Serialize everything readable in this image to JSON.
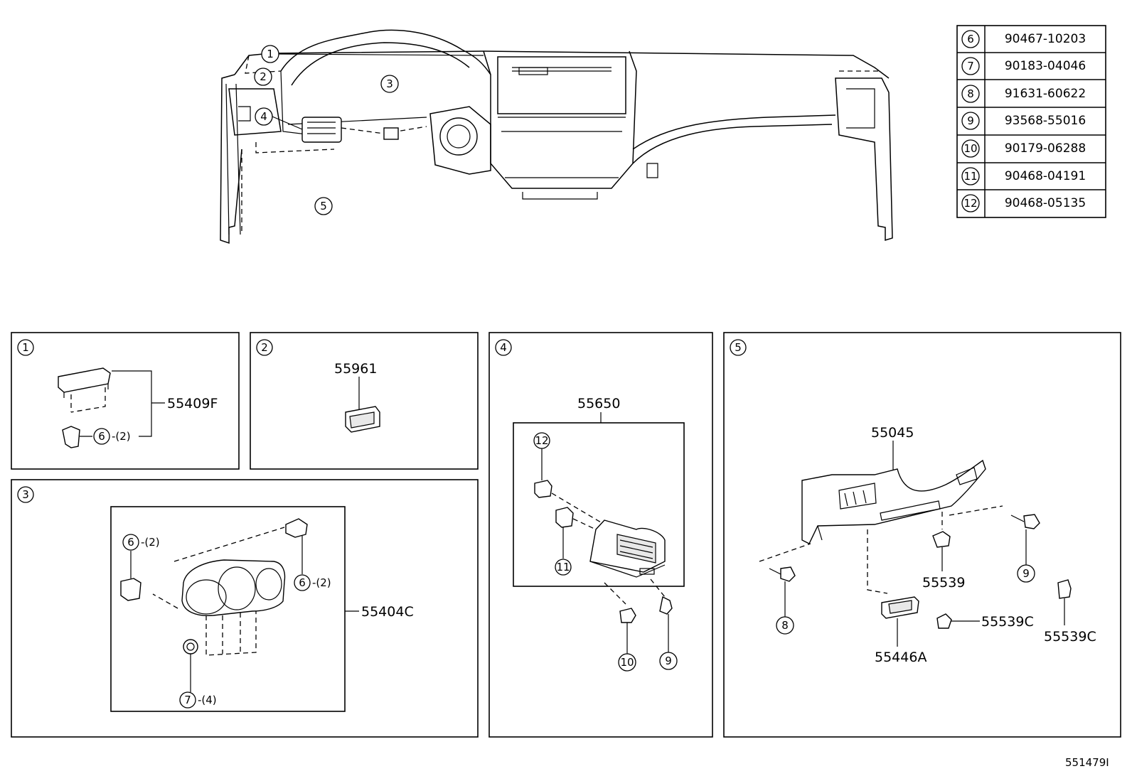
{
  "fastener_table": [
    {
      "ref": "6",
      "part_no": "90467-10203"
    },
    {
      "ref": "7",
      "part_no": "90183-04046"
    },
    {
      "ref": "8",
      "part_no": "91631-60622"
    },
    {
      "ref": "9",
      "part_no": "93568-55016"
    },
    {
      "ref": "10",
      "part_no": "90179-06288"
    },
    {
      "ref": "11",
      "part_no": "90468-04191"
    },
    {
      "ref": "12",
      "part_no": "90468-05135"
    }
  ],
  "overview": {
    "callouts": [
      "1",
      "2",
      "3",
      "4",
      "5"
    ]
  },
  "panels": {
    "p1": {
      "ref": "1",
      "part": "55409F",
      "clip_ref": "6",
      "clip_qty": "-(2)"
    },
    "p2": {
      "ref": "2",
      "part": "55961"
    },
    "p3": {
      "ref": "3",
      "part": "55404C",
      "clip_ref_a": "6",
      "clip_qty_a": "-(2)",
      "clip_ref_b": "6",
      "clip_qty_b": "-(2)",
      "screw_ref": "7",
      "screw_qty": "-(4)"
    },
    "p4": {
      "ref": "4",
      "part": "55650",
      "ref_12": "12",
      "ref_11": "11",
      "ref_10": "10",
      "ref_9": "9"
    },
    "p5": {
      "ref": "5",
      "part_main": "55045",
      "part_clip": "55539",
      "part_clip_c1": "55539C",
      "part_clip_c2": "55539C",
      "part_switch": "55446A",
      "ref_8": "8",
      "ref_9": "9"
    }
  },
  "illustration_id": "551479I"
}
